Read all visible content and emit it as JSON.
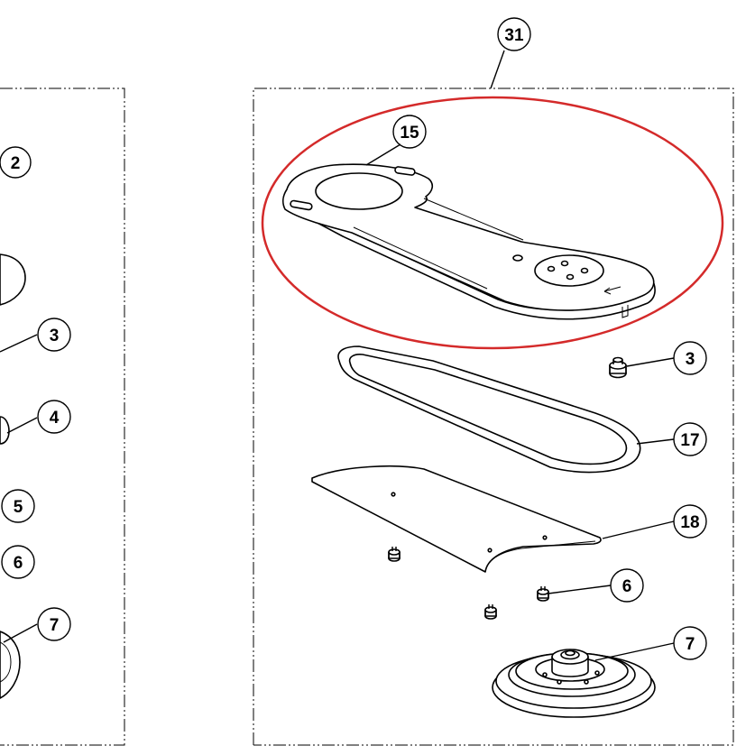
{
  "diagram": {
    "assembly_label": "31",
    "callouts": {
      "left_2": "2",
      "left_3": "3",
      "left_4": "4",
      "left_5": "5",
      "left_6": "6",
      "left_7": "7",
      "right_15": "15",
      "right_3": "3",
      "right_17": "17",
      "right_18": "18",
      "right_6": "6",
      "right_7": "7"
    },
    "highlight_color": "#d42a2a",
    "line_color": "#000000"
  }
}
